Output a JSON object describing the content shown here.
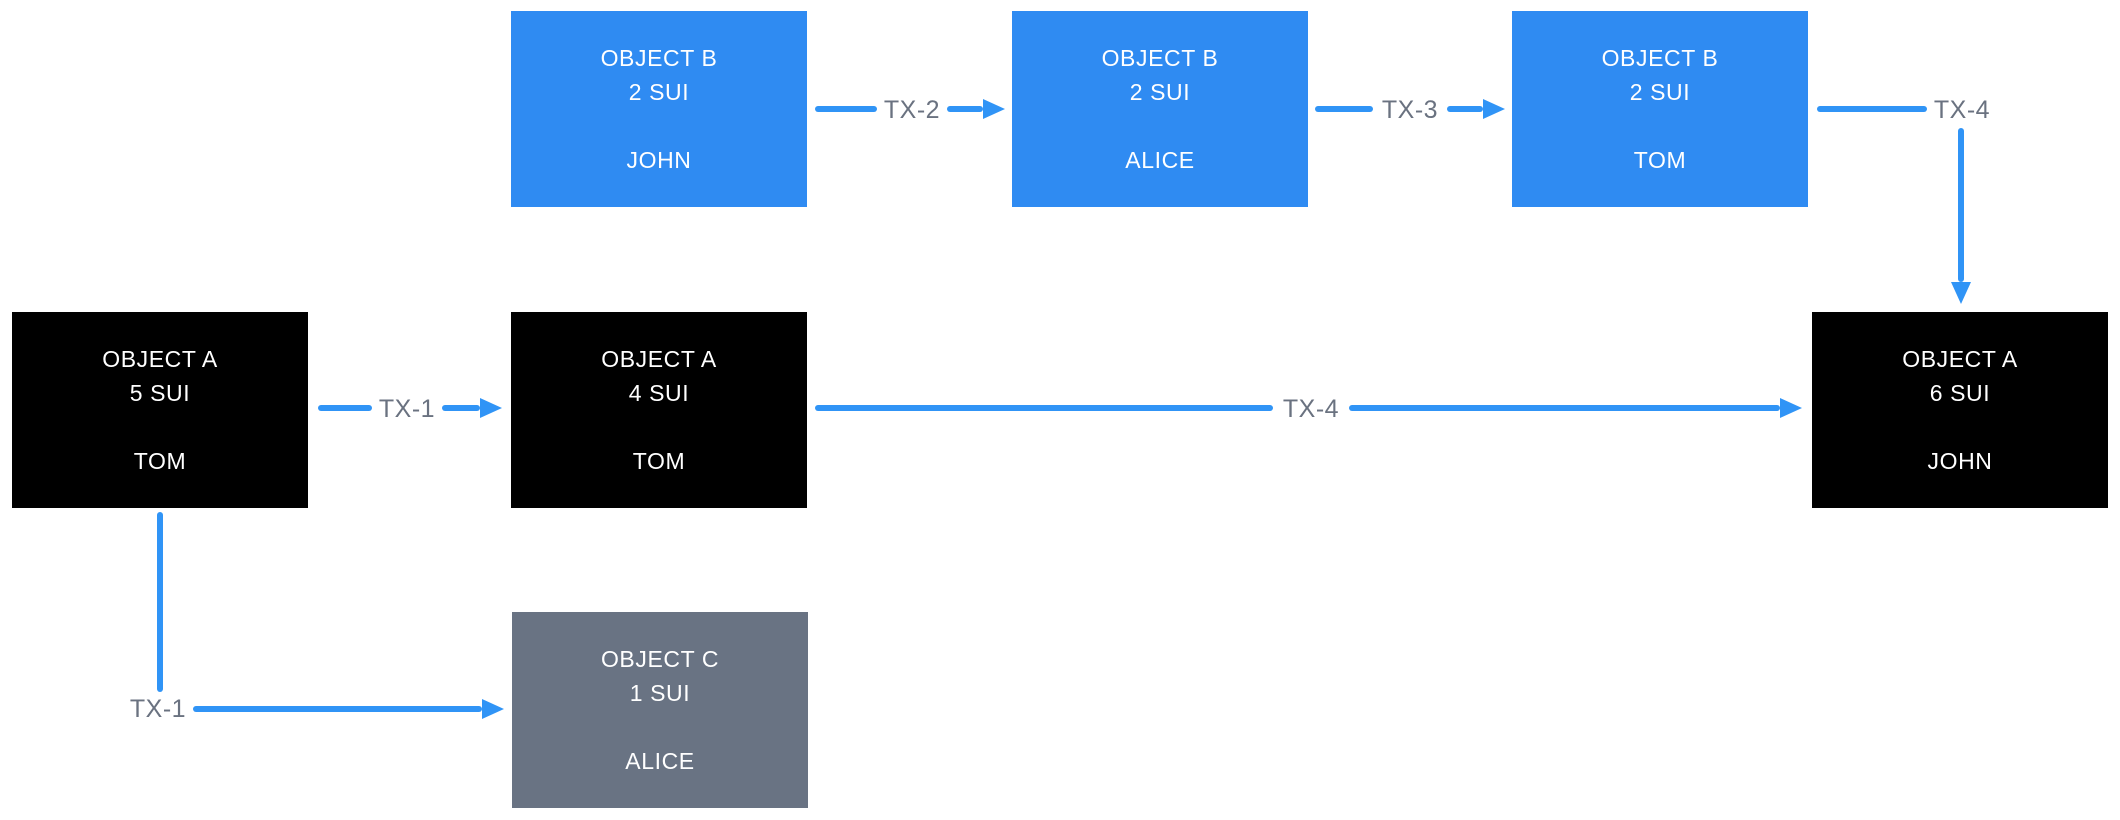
{
  "diagram": {
    "colors": {
      "background": "#FFFFFF",
      "node-blue": "#2F8BF2",
      "node-black": "#000000",
      "node-gray": "#697383",
      "arrow": "#3094F6",
      "edge-label": "#6A7280",
      "node-text": "#FFFFFF"
    },
    "nodes": [
      {
        "title": "OBJECT B",
        "amount": "2 SUI",
        "owner": "JOHN",
        "fill": "blue"
      },
      {
        "title": "OBJECT B",
        "amount": "2 SUI",
        "owner": "ALICE",
        "fill": "blue"
      },
      {
        "title": "OBJECT B",
        "amount": "2 SUI",
        "owner": "TOM",
        "fill": "blue"
      },
      {
        "title": "OBJECT A",
        "amount": "5 SUI",
        "owner": "TOM",
        "fill": "black"
      },
      {
        "title": "OBJECT A",
        "amount": "4 SUI",
        "owner": "TOM",
        "fill": "black"
      },
      {
        "title": "OBJECT A",
        "amount": "6 SUI",
        "owner": "JOHN",
        "fill": "black"
      },
      {
        "title": "OBJECT C",
        "amount": "1 SUI",
        "owner": "ALICE",
        "fill": "gray"
      }
    ],
    "edges": [
      {
        "label": "TX-1",
        "from_node": 3,
        "to_node": 4,
        "shape": "horizontal"
      },
      {
        "label": "TX-1",
        "from_node": 3,
        "to_node": 6,
        "shape": "down-then-right"
      },
      {
        "label": "TX-2",
        "from_node": 0,
        "to_node": 1,
        "shape": "horizontal"
      },
      {
        "label": "TX-3",
        "from_node": 1,
        "to_node": 2,
        "shape": "horizontal"
      },
      {
        "label": "TX-4",
        "from_node": 2,
        "to_node": 5,
        "shape": "right-then-down"
      },
      {
        "label": "TX-4",
        "from_node": 4,
        "to_node": 5,
        "shape": "horizontal"
      }
    ]
  }
}
